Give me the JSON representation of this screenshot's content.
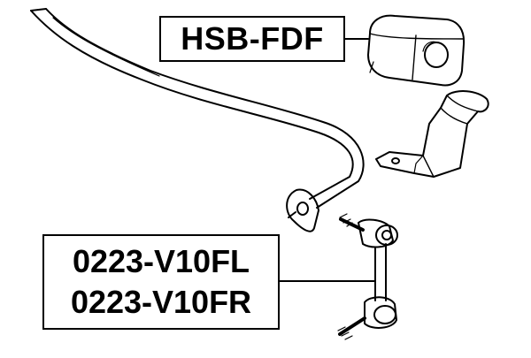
{
  "labels": {
    "bushing_part_number": "HSB-FDF",
    "link_part_numbers": [
      "0223-V10FL",
      "0223-V10FR"
    ]
  },
  "colors": {
    "line": "#000000",
    "background": "#ffffff"
  }
}
